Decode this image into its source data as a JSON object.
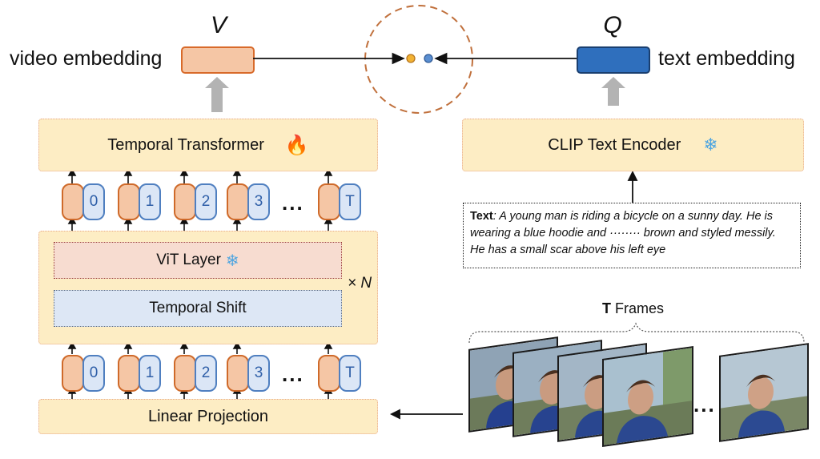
{
  "top": {
    "video_label": "video embedding",
    "text_label": "text embedding",
    "v_symbol": "V",
    "q_symbol": "Q"
  },
  "left": {
    "temporal_transformer": "Temporal Transformer",
    "vit_layer": "ViT Layer",
    "temporal_shift": "Temporal Shift",
    "repeat": "× N",
    "linear_projection": "Linear Projection",
    "tokens_top": [
      "0",
      "1",
      "2",
      "3",
      "T"
    ],
    "tokens_bottom": [
      "0",
      "1",
      "2",
      "3",
      "T"
    ],
    "ellipsis": "..."
  },
  "right": {
    "clip_encoder": "CLIP Text Encoder",
    "text_prefix": "Text",
    "text_body": ": A young man is riding a bicycle on a sunny day. He is wearing a blue hoodie and ········ brown and styled messily. He has a small scar above his left eye",
    "frames_label_bold": "T",
    "frames_label": " Frames",
    "frames_ellipsis": "..."
  },
  "icons": {
    "trainable": "fire-icon",
    "frozen": "snowflake-icon"
  },
  "colors": {
    "video_emb": "#f5c6a5",
    "text_emb": "#2f6fbd",
    "module_bg": "#fdedc4",
    "circle": "#c0703c"
  }
}
